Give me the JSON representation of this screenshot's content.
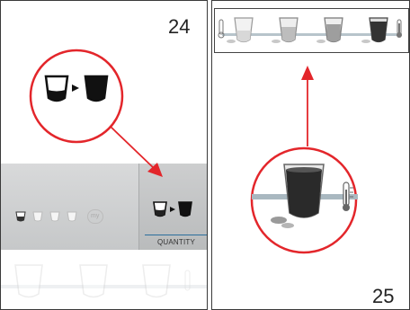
{
  "left_page": {
    "page_number": "24",
    "my_label": "my",
    "quantity_label": "QUANTITY"
  },
  "right_page": {
    "page_number": "25"
  },
  "colors": {
    "accent_red": "#e3262b",
    "panel_gray": "#c9cbcc",
    "selected_gray": "#bfc1c2",
    "line_blue": "#9fb1bb"
  },
  "icons": {
    "callout_icon": "cup-to-cup-quantity-icon",
    "thermometer": "thermometer-icon",
    "cup": "coffee-cup-icon"
  }
}
